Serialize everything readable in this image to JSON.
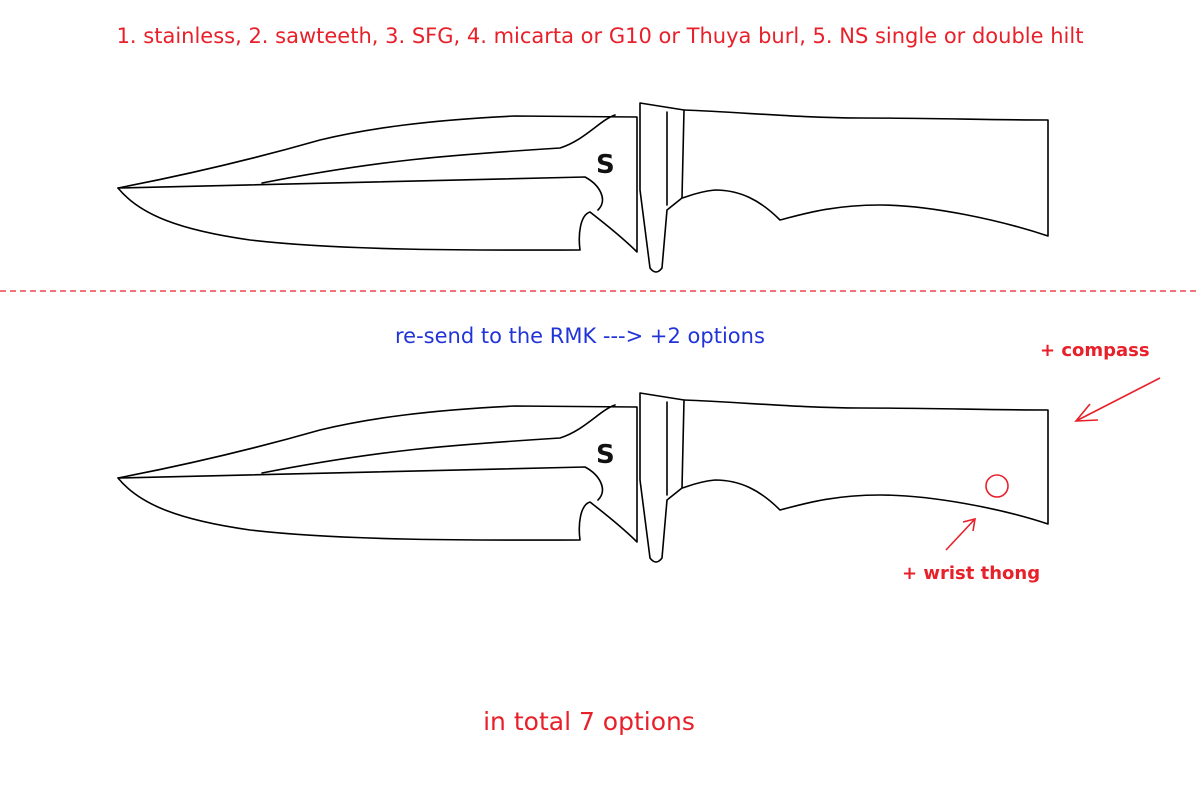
{
  "header": {
    "options_text": "1. stainless,   2. sawteeth,   3. SFG,   4. micarta or G10 or Thuya burl,   5. NS single or double hilt"
  },
  "middle": {
    "resend_text": "re-send to the RMK ---> +2 options"
  },
  "knife_top": {
    "mark": "S"
  },
  "knife_bottom": {
    "mark": "S"
  },
  "annotations": {
    "compass": "+ compass",
    "wrist_thong": "+ wrist thong"
  },
  "footer": {
    "total_text": "in total 7 options"
  },
  "colors": {
    "red": "#e8202a",
    "blue": "#2234d8",
    "line": "#000000"
  }
}
